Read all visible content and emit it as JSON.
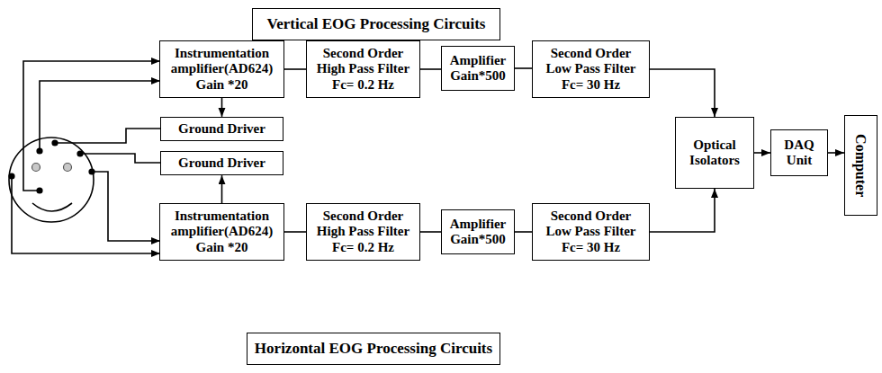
{
  "diagram": {
    "nodes": [
      {
        "text": [
          "Vertical EOG Processing Circuits"
        ]
      },
      {
        "text": [
          "Instrumentation amplifier(AD624)",
          "Gain *20"
        ]
      },
      {
        "text": [
          "Second Order High Pass Filter",
          "Fc= 0.2 Hz"
        ]
      },
      {
        "text": [
          "Amplifier",
          "Gain*500"
        ]
      },
      {
        "text": [
          "Second Order Low Pass Filter",
          "Fc= 30 Hz"
        ]
      },
      {
        "text": [
          "Ground Driver"
        ]
      },
      {
        "text": [
          "Ground Driver"
        ]
      },
      {
        "text": [
          "Instrumentation amplifier(AD624)",
          "Gain *20"
        ]
      },
      {
        "text": [
          "Second Order High Pass Filter",
          "Fc= 0.2 Hz"
        ]
      },
      {
        "text": [
          "Amplifier",
          "Gain*500"
        ]
      },
      {
        "text": [
          "Second Order Low Pass Filter",
          "Fc= 30 Hz"
        ]
      },
      {
        "text": [
          "Optical Isolators"
        ]
      },
      {
        "text": [
          "DAQ Unit"
        ]
      },
      {
        "text": [
          "Computer"
        ]
      },
      {
        "text": [
          "Horizontal EOG Processing Circuits"
        ]
      }
    ],
    "edges": [
      {
        "from": 1,
        "to": 5,
        "arrow": "to"
      },
      {
        "from": 1,
        "to": 2,
        "arrow": "none"
      },
      {
        "from": 2,
        "to": 3,
        "arrow": "none"
      },
      {
        "from": 3,
        "to": 4,
        "arrow": "none"
      },
      {
        "from": 4,
        "to": 11,
        "arrow": "to"
      },
      {
        "from": 7,
        "to": 6,
        "arrow": "to"
      },
      {
        "from": 7,
        "to": 8,
        "arrow": "none"
      },
      {
        "from": 8,
        "to": 9,
        "arrow": "none"
      },
      {
        "from": 9,
        "to": 10,
        "arrow": "none"
      },
      {
        "from": 10,
        "to": 11,
        "arrow": "to"
      },
      {
        "from": 11,
        "to": 12,
        "arrow": "to"
      },
      {
        "from": 12,
        "to": 13,
        "arrow": "to"
      }
    ]
  }
}
